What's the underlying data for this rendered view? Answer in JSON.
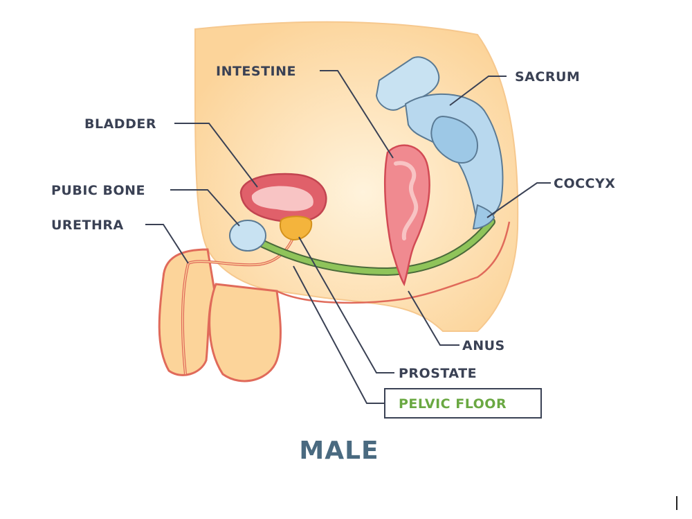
{
  "labels": {
    "intestine": "INTESTINE",
    "sacrum": "SACRUM",
    "bladder": "BLADDER",
    "coccyx": "COCCYX",
    "pubic_bone": "PUBIC BONE",
    "urethra": "URETHRA",
    "anus": "ANUS",
    "prostate": "PROSTATE",
    "pelvic_floor": "PELVIC FLOOR"
  },
  "title": "MALE",
  "colors": {
    "label_text": "#3a4154",
    "pelvic_floor": "#6aa842",
    "title": "#4a6a80",
    "skin": "#fcd9a4",
    "outline": "#e06a5a",
    "bladder": "#e0606a",
    "prostate": "#f4b43c",
    "bone": "#b8d8ee"
  }
}
